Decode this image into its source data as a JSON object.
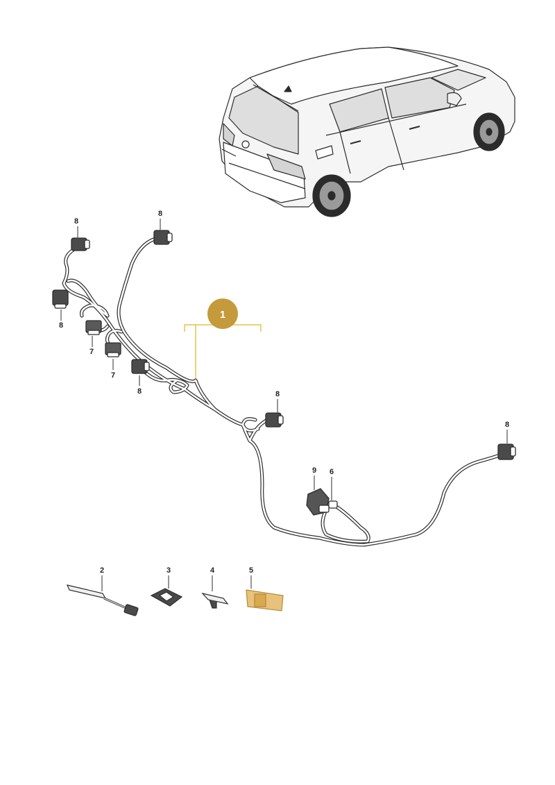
{
  "diagram": {
    "main_badge": "1",
    "colors": {
      "badge_fill": "#c49a3b",
      "bracket_line": "#e6c24a",
      "highlight_part": "#e8c27a",
      "line": "#2b2b2b",
      "body_shade": "#e3e3e3"
    },
    "callouts": {
      "c8a": "8",
      "c8b": "8",
      "c8c": "8",
      "c8d": "8",
      "c8e": "8",
      "c8f": "8",
      "c7a": "7",
      "c7b": "7",
      "c9": "9",
      "c6": "6",
      "c2": "2",
      "c3": "3",
      "c4": "4",
      "c5": "5"
    }
  }
}
